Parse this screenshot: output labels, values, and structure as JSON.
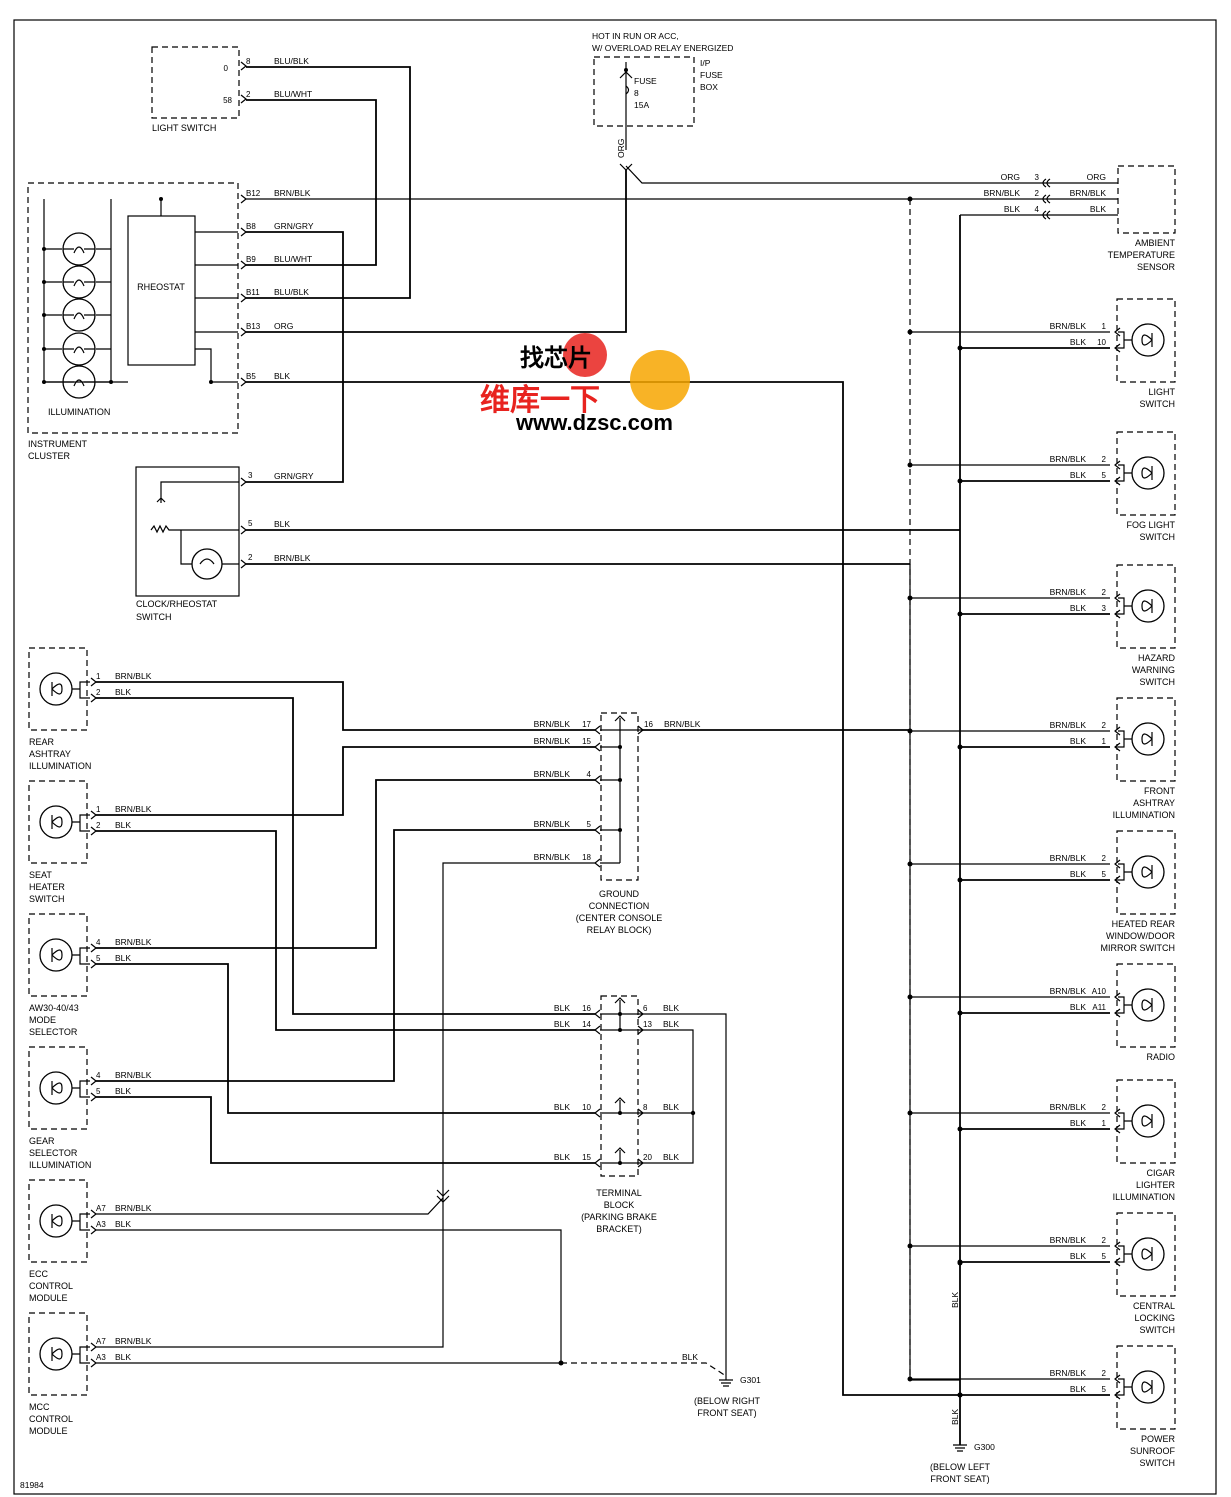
{
  "footer": {
    "drawing_number": "81984"
  },
  "components": {
    "light_switch_top": {
      "name": "LIGHT SWITCH",
      "pin0": "0",
      "pin58": "58"
    },
    "fuse_box": {
      "note_line1": "HOT IN RUN OR ACC,",
      "note_line2": "W/ OVERLOAD RELAY ENERGIZED",
      "fuse": "FUSE",
      "fuse_num": "8",
      "fuse_amp": "15A",
      "box_line1": "I/P",
      "box_line2": "FUSE",
      "box_line3": "BOX",
      "wire": "ORG"
    },
    "instrument_cluster": {
      "name_line1": "INSTRUMENT",
      "name_line2": "CLUSTER",
      "illumination": "ILLUMINATION",
      "rheostat": "RHEOSTAT",
      "pins": [
        {
          "pin": "B12",
          "wire": "BRN/BLK"
        },
        {
          "pin": "B8",
          "wire": "GRN/GRY"
        },
        {
          "pin": "B9",
          "wire": "BLU/WHT"
        },
        {
          "pin": "B11",
          "wire": "BLU/BLK"
        },
        {
          "pin": "B13",
          "wire": "ORG"
        },
        {
          "pin": "B5",
          "wire": "BLK"
        }
      ]
    },
    "clock_rheostat": {
      "name_line1": "CLOCK/RHEOSTAT",
      "name_line2": "SWITCH"
    },
    "ground_connection": {
      "line1": "GROUND",
      "line2": "CONNECTION",
      "line3": "(CENTER CONSOLE",
      "line4": "RELAY BLOCK)"
    },
    "terminal_block": {
      "line1": "TERMINAL",
      "line2": "BLOCK",
      "line3": "(PARKING BRAKE",
      "line4": "BRACKET)"
    },
    "g301": {
      "id": "G301",
      "loc1": "(BELOW RIGHT",
      "loc2": "FRONT SEAT)"
    },
    "g300": {
      "id": "G300",
      "loc1": "(BELOW LEFT",
      "loc2": "FRONT SEAT)"
    }
  },
  "left_components": [
    {
      "id": "rear-ashtray",
      "lines": [
        "REAR",
        "ASHTRAY",
        "ILLUMINATION"
      ],
      "p1": "1",
      "w1": "BRN/BLK",
      "p2": "2",
      "w2": "BLK"
    },
    {
      "id": "seat-heater",
      "lines": [
        "SEAT",
        "HEATER",
        "SWITCH"
      ],
      "p1": "1",
      "w1": "BRN/BLK",
      "p2": "2",
      "w2": "BLK"
    },
    {
      "id": "aw-mode",
      "lines": [
        "AW30-40/43",
        "MODE",
        "SELECTOR"
      ],
      "p1": "4",
      "w1": "BRN/BLK",
      "p2": "5",
      "w2": "BLK"
    },
    {
      "id": "gear-selector",
      "lines": [
        "GEAR",
        "SELECTOR",
        "ILLUMINATION"
      ],
      "p1": "4",
      "w1": "BRN/BLK",
      "p2": "5",
      "w2": "BLK"
    },
    {
      "id": "ecc",
      "lines": [
        "ECC",
        "CONTROL",
        "MODULE"
      ],
      "p1": "A7",
      "w1": "BRN/BLK",
      "p2": "A3",
      "w2": "BLK"
    },
    {
      "id": "mcc",
      "lines": [
        "MCC",
        "CONTROL",
        "MODULE"
      ],
      "p1": "A7",
      "w1": "BRN/BLK",
      "p2": "A3",
      "w2": "BLK"
    }
  ],
  "right_components": [
    {
      "id": "light-switch",
      "lines": [
        "LIGHT",
        "SWITCH"
      ],
      "p1": "1",
      "w1": "BRN/BLK",
      "p2": "10",
      "w2": "BLK"
    },
    {
      "id": "fog-light",
      "lines": [
        "FOG LIGHT",
        "SWITCH"
      ],
      "p1": "2",
      "w1": "BRN/BLK",
      "p2": "5",
      "w2": "BLK"
    },
    {
      "id": "hazard",
      "lines": [
        "HAZARD",
        "WARNING",
        "SWITCH"
      ],
      "p1": "2",
      "w1": "BRN/BLK",
      "p2": "3",
      "w2": "BLK"
    },
    {
      "id": "front-ashtray",
      "lines": [
        "FRONT",
        "ASHTRAY",
        "ILLUMINATION"
      ],
      "p1": "2",
      "w1": "BRN/BLK",
      "p2": "1",
      "w2": "BLK"
    },
    {
      "id": "heated-rear",
      "lines": [
        "HEATED REAR",
        "WINDOW/DOOR",
        "MIRROR SWITCH"
      ],
      "p1": "2",
      "w1": "BRN/BLK",
      "p2": "5",
      "w2": "BLK"
    },
    {
      "id": "radio",
      "lines": [
        "RADIO"
      ],
      "p1": "A10",
      "w1": "BRN/BLK",
      "p2": "A11",
      "w2": "BLK"
    },
    {
      "id": "cigar",
      "lines": [
        "CIGAR",
        "LIGHTER",
        "ILLUMINATION"
      ],
      "p1": "2",
      "w1": "BRN/BLK",
      "p2": "1",
      "w2": "BLK"
    },
    {
      "id": "central-locking",
      "lines": [
        "CENTRAL",
        "LOCKING",
        "SWITCH"
      ],
      "p1": "2",
      "w1": "BRN/BLK",
      "p2": "5",
      "w2": "BLK"
    },
    {
      "id": "power-sunroof",
      "lines": [
        "POWER",
        "SUNROOF",
        "SWITCH"
      ],
      "p1": "2",
      "w1": "BRN/BLK",
      "p2": "5",
      "w2": "BLK"
    }
  ],
  "ambient": {
    "lines": [
      "AMBIENT",
      "TEMPERATURE",
      "SENSOR"
    ],
    "pins": [
      {
        "pin": "3",
        "wire": "ORG"
      },
      {
        "pin": "2",
        "wire": "BRN/BLK"
      },
      {
        "pin": "4",
        "wire": "BLK"
      }
    ]
  },
  "clock_pins": [
    {
      "pin": "3",
      "wire": "GRN/GRY"
    },
    {
      "pin": "5",
      "wire": "BLK"
    },
    {
      "pin": "2",
      "wire": "BRN/BLK"
    }
  ],
  "ground_pins": [
    {
      "pin": "17",
      "wire": "BRN/BLK"
    },
    {
      "pin": "15",
      "wire": "BRN/BLK"
    },
    {
      "pin": "4",
      "wire": "BRN/BLK"
    },
    {
      "pin": "5",
      "wire": "BRN/BLK"
    },
    {
      "pin": "18",
      "wire": "BRN/BLK"
    },
    {
      "pin": "16",
      "wire": "BRN/BLK"
    }
  ],
  "terminal_pins": [
    {
      "pin": "16",
      "wire": "BLK"
    },
    {
      "pin": "14",
      "wire": "BLK"
    },
    {
      "pin": "10",
      "wire": "BLK"
    },
    {
      "pin": "15",
      "wire": "BLK"
    },
    {
      "pin": "6",
      "wire": "BLK"
    },
    {
      "pin": "13",
      "wire": "BLK"
    },
    {
      "pin": "8",
      "wire": "BLK"
    },
    {
      "pin": "20",
      "wire": "BLK"
    }
  ],
  "light_switch_wires": [
    "BLU/BLK",
    "BLU/WHT"
  ],
  "light_switch_pins": [
    "8",
    "2"
  ],
  "vertical_labels": {
    "blk_upper": "BLK",
    "blk_lower": "BLK",
    "blk_g301": "BLK"
  },
  "watermark": {
    "line1": "维库一下",
    "line2": "www.dzsc.com",
    "logo": "找芯片"
  }
}
